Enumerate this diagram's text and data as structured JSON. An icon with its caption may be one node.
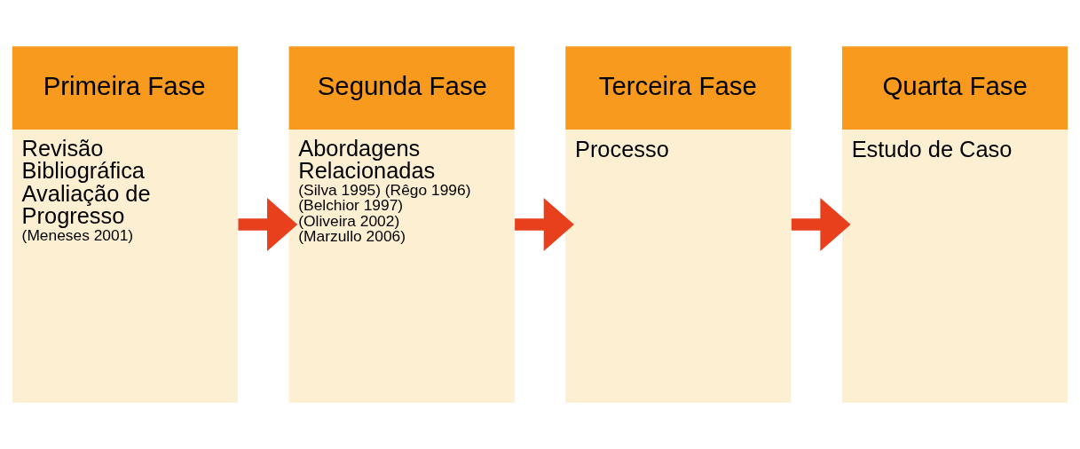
{
  "diagram": {
    "nodes": [
      {
        "text": [
          "Primeira Fase",
          "Revisão Bibliográfica",
          "Avaliação de Progresso",
          "(Meneses 2001)"
        ]
      },
      {
        "text": [
          "Segunda Fase",
          "Abordagens Relacionadas",
          "(Silva 1995) (Rêgo 1996) (Belchior 1997) (Oliveira 2002) (Marzullo 2006)"
        ]
      },
      {
        "text": [
          "Terceira Fase",
          "Processo"
        ]
      },
      {
        "text": [
          "Quarta Fase",
          "Estudo de Caso"
        ]
      }
    ],
    "edges": [
      {
        "from": 0,
        "to": 1,
        "arrow": "to"
      },
      {
        "from": 1,
        "to": 2,
        "arrow": "to"
      },
      {
        "from": 2,
        "to": 3,
        "arrow": "to"
      }
    ]
  }
}
